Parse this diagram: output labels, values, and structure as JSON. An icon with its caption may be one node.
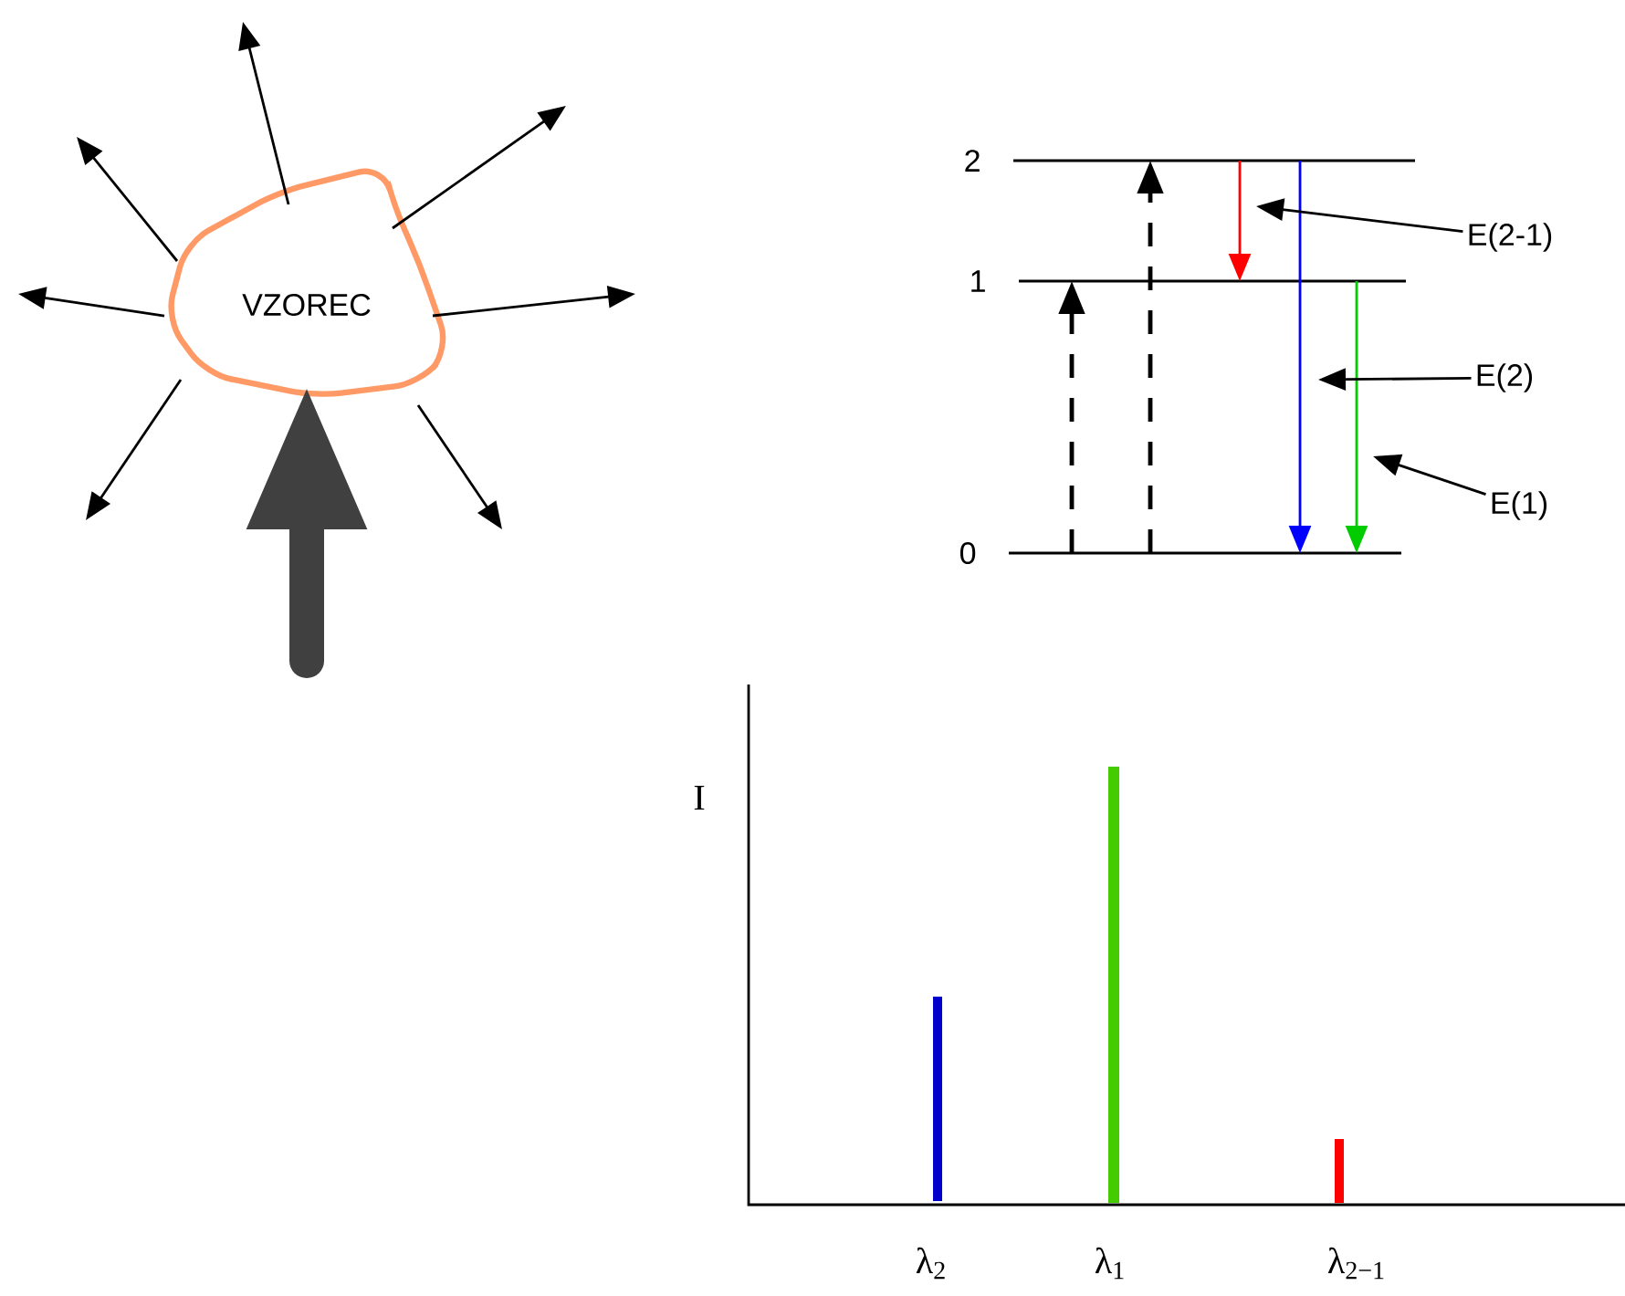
{
  "diagram": {
    "nodes": [
      {
        "text": [
          "VZOREC"
        ]
      },
      {
        "text": [
          "2"
        ]
      },
      {
        "text": [
          "1"
        ]
      },
      {
        "text": [
          "0"
        ]
      },
      {
        "text": [
          "E(2-1)"
        ]
      },
      {
        "text": [
          "E(2)"
        ]
      },
      {
        "text": [
          "E(1)"
        ]
      }
    ],
    "edges": [
      {
        "from": 0,
        "to": null,
        "arrow": "to"
      },
      {
        "from": 0,
        "to": null,
        "arrow": "to"
      },
      {
        "from": 0,
        "to": null,
        "arrow": "to"
      },
      {
        "from": 0,
        "to": null,
        "arrow": "to"
      },
      {
        "from": 0,
        "to": null,
        "arrow": "to"
      },
      {
        "from": 0,
        "to": null,
        "arrow": "to"
      },
      {
        "from": 0,
        "to": null,
        "arrow": "to"
      },
      {
        "from": null,
        "to": 0,
        "arrow": "to",
        "style": "thick",
        "color": "#404040"
      },
      {
        "from": 3,
        "to": 2,
        "arrow": "to",
        "style": "dashed"
      },
      {
        "from": 3,
        "to": 1,
        "arrow": "to",
        "style": "dashed"
      },
      {
        "from": 1,
        "to": 2,
        "arrow": "to",
        "color": "#ff0000"
      },
      {
        "from": 1,
        "to": 3,
        "arrow": "to",
        "color": "#0000ff"
      },
      {
        "from": 2,
        "to": 3,
        "arrow": "to",
        "color": "#00cc00"
      },
      {
        "from": 4,
        "to": null,
        "arrow": "to"
      },
      {
        "from": 5,
        "to": null,
        "arrow": "to"
      },
      {
        "from": 6,
        "to": null,
        "arrow": "to"
      }
    ],
    "labels": [
      "I",
      "λ$_{2}$",
      "λ$_{1}$",
      "λ$_{2−1}$"
    ]
  }
}
